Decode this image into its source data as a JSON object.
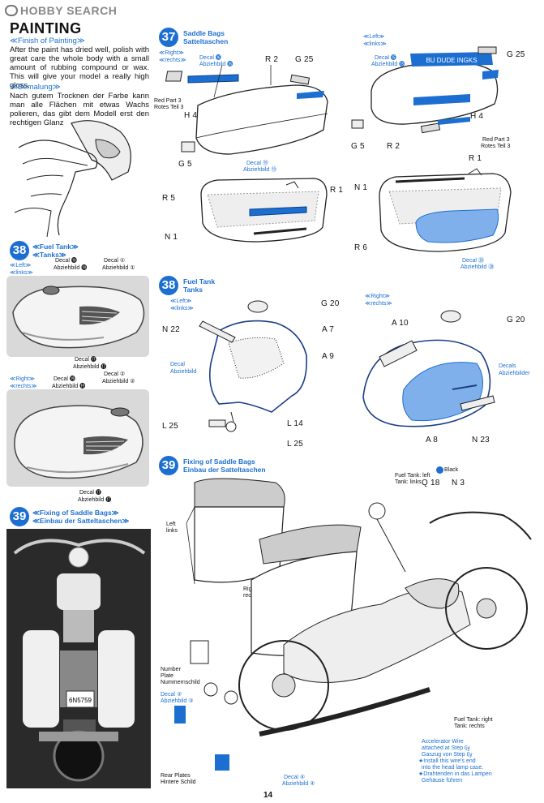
{
  "logo": {
    "text": "HOBBY SEARCH"
  },
  "painting": {
    "title": "PAINTING",
    "finish_en_title": "≪Finish of Painting≫",
    "finish_en_text": "After the paint has dried well, polish with great care the whole body with a small amount of rubbing compound or wax. This will give your model a really high gloss.",
    "finish_de_title": "≪Bemalung≫",
    "finish_de_text": "Nach gutem Trocknen der Farbe kann man alle Flächen mit etwas Wachs polieren, das gibt dem Modell erst den rechtigen Glanz"
  },
  "left38": {
    "num": "38",
    "title_en": "≪Fuel Tank≫",
    "title_de": "≪Tanks≫",
    "left_en": "≪Left≫",
    "left_de": "≪links≫",
    "decal19_a": "Decal ⓲",
    "decal19_b": "Abziehbild ⓲",
    "decal1_a": "Decal ①",
    "decal1_b": "Abziehbild ①",
    "decal18_a": "Decal ⓱",
    "decal18_b": "Abziehbild ⓱",
    "right_en": "≪Right≫",
    "right_de": "≪rechts≫",
    "decal20_a": "Decal ⓳",
    "decal20_b": "Abziehbild ⓳",
    "decal2_a": "Decal ②",
    "decal2_b": "Abziehbild ②",
    "decal18r_a": "Decal ⓱",
    "decal18r_b": "Abziehbild ⓱"
  },
  "left39": {
    "num": "39",
    "title_en": "≪Fixing of Saddle Bags≫",
    "title_de": "≪Einbau der Satteltaschen≫",
    "plate": "6N5759"
  },
  "step37": {
    "num": "37",
    "title_en": "Saddle Bags",
    "title_de": "Satteltaschen",
    "right_en": "≪Right≫",
    "right_de": "≪rechts≫",
    "left_en": "≪Left≫",
    "left_de": "≪links≫",
    "decal17_a": "Decal ⓰",
    "decal17_b": "Abziehbild ⓰",
    "decal16_a": "Decal ⓯",
    "decal16_b": "Abziehbild ⓯",
    "r2": "R 2",
    "g25": "G 25",
    "red_part_a": "Red Part 3",
    "red_part_b": "Rotes Teil 3",
    "h4": "H 4",
    "g5": "G 5",
    "g25b": "G 25",
    "h4b": "H 4",
    "g5b": "G 5",
    "r2b": "R 2",
    "red_part2_a": "Red Part 3",
    "red_part2_b": "Rotes Teil 3",
    "bag_text": "BU DUDE INGKS",
    "decal35_a": "Decal ⑲",
    "decal35_b": "Abziehbild ⑲",
    "r1": "R 1",
    "r5": "R 5",
    "n1": "N 1",
    "r1b": "R 1",
    "n1b": "N 1",
    "r6": "R 6",
    "decal36_a": "Decal ⑳",
    "decal36_b": "Abziehbild ⑳"
  },
  "step38": {
    "num": "38",
    "title_en": "Fuel Tank",
    "title_de": "Tanks",
    "left_en": "≪Left≫",
    "left_de": "≪links≫",
    "right_en": "≪Right≫",
    "right_de": "≪rechts≫",
    "g20": "G 20",
    "n22": "N 22",
    "a7": "A 7",
    "a9": "A 9",
    "decal_a": "Decal",
    "decal_b": "Abziehbild",
    "l25": "L 25",
    "l14": "L 14",
    "l25b": "L 25",
    "a10": "A 10",
    "g20b": "G 20",
    "decals_a": "Decals",
    "decals_b": "Abziehbilder",
    "a8": "A 8",
    "n23": "N 23"
  },
  "step39": {
    "num": "39",
    "title_en": "Fixing of Saddle Bags",
    "title_de": "Einbau der Satteltaschen",
    "black": "Black",
    "ft_left_a": "Fuel Tank: left",
    "ft_left_b": "Tank: links",
    "q18": "Q 18",
    "n3": "N 3",
    "left_a": "Left",
    "left_b": "links",
    "right_a": "Right",
    "right_b": "rechts",
    "np_a": "Number",
    "np_b": "Plate",
    "np_c": "Nummernschild",
    "decal3_a": "Decal ③",
    "decal3_b": "Abziehbild ③",
    "ft_right_a": "Fuel Tank: right",
    "ft_right_b": "Tank: rechts",
    "acc_a": "Accelerator Wire",
    "acc_b": "attached at Step ㏉",
    "acc_c": "Gaszug von Step ㏉",
    "acc_d": "★Install this wire's end",
    "acc_e": "into the head lamp case.",
    "acc_f": "★Drahtenden in das Lampen",
    "acc_g": "Gehäuse führen",
    "rear_a": "Rear Plates",
    "rear_b": "Hintere Schild",
    "decal4_a": "Decal ④",
    "decal4_b": "Abziehbild ④"
  },
  "page_number": "14"
}
